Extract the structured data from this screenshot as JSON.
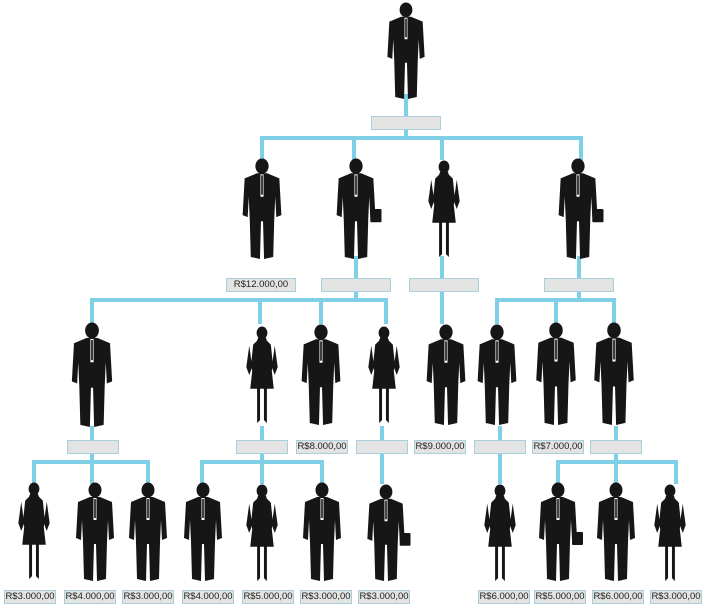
{
  "colors": {
    "connector": "#7fd0e6",
    "label_fill": "#e3e3e3",
    "label_border": "#a9cfdc",
    "silhouette": "#161616"
  },
  "labels": {
    "ceo": "",
    "m1": "R$12.000,00",
    "m2": "",
    "m3": "",
    "m4": "",
    "s1": "",
    "s2": "",
    "s3": "R$8.000,00",
    "s4": "",
    "s5": "R$9.000,00",
    "s6": "",
    "s7": "R$7.000,00",
    "s8": "",
    "w1": "R$3.000,00",
    "w2": "R$4.000,00",
    "w3": "R$3.000,00",
    "w4": "R$4.000,00",
    "w5": "R$5.000,00",
    "w6": "R$3.000,00",
    "w7": "R$3.000,00",
    "w8": "R$6.000,00",
    "w9": "R$5.000,00",
    "w10": "R$6.000,00",
    "w11": "R$3.000,00"
  }
}
